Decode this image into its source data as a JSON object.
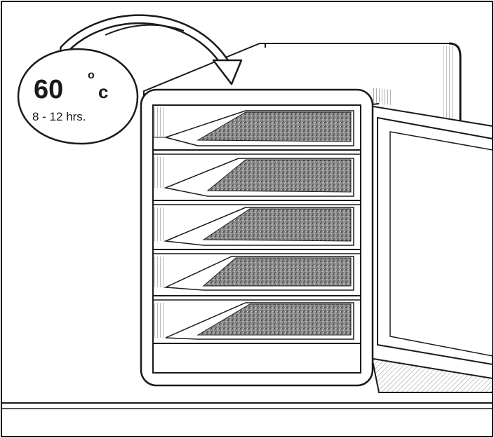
{
  "badge": {
    "temperature": "60",
    "degree": "o",
    "unit": "c",
    "duration": "8 - 12 hrs."
  },
  "colors": {
    "line": "#1a1a1a",
    "background": "#ffffff",
    "tray": "#6a6a6a"
  },
  "icons": {
    "arrow": "curved-arrow-icon"
  },
  "dehydrator": {
    "tray_count": 5
  }
}
